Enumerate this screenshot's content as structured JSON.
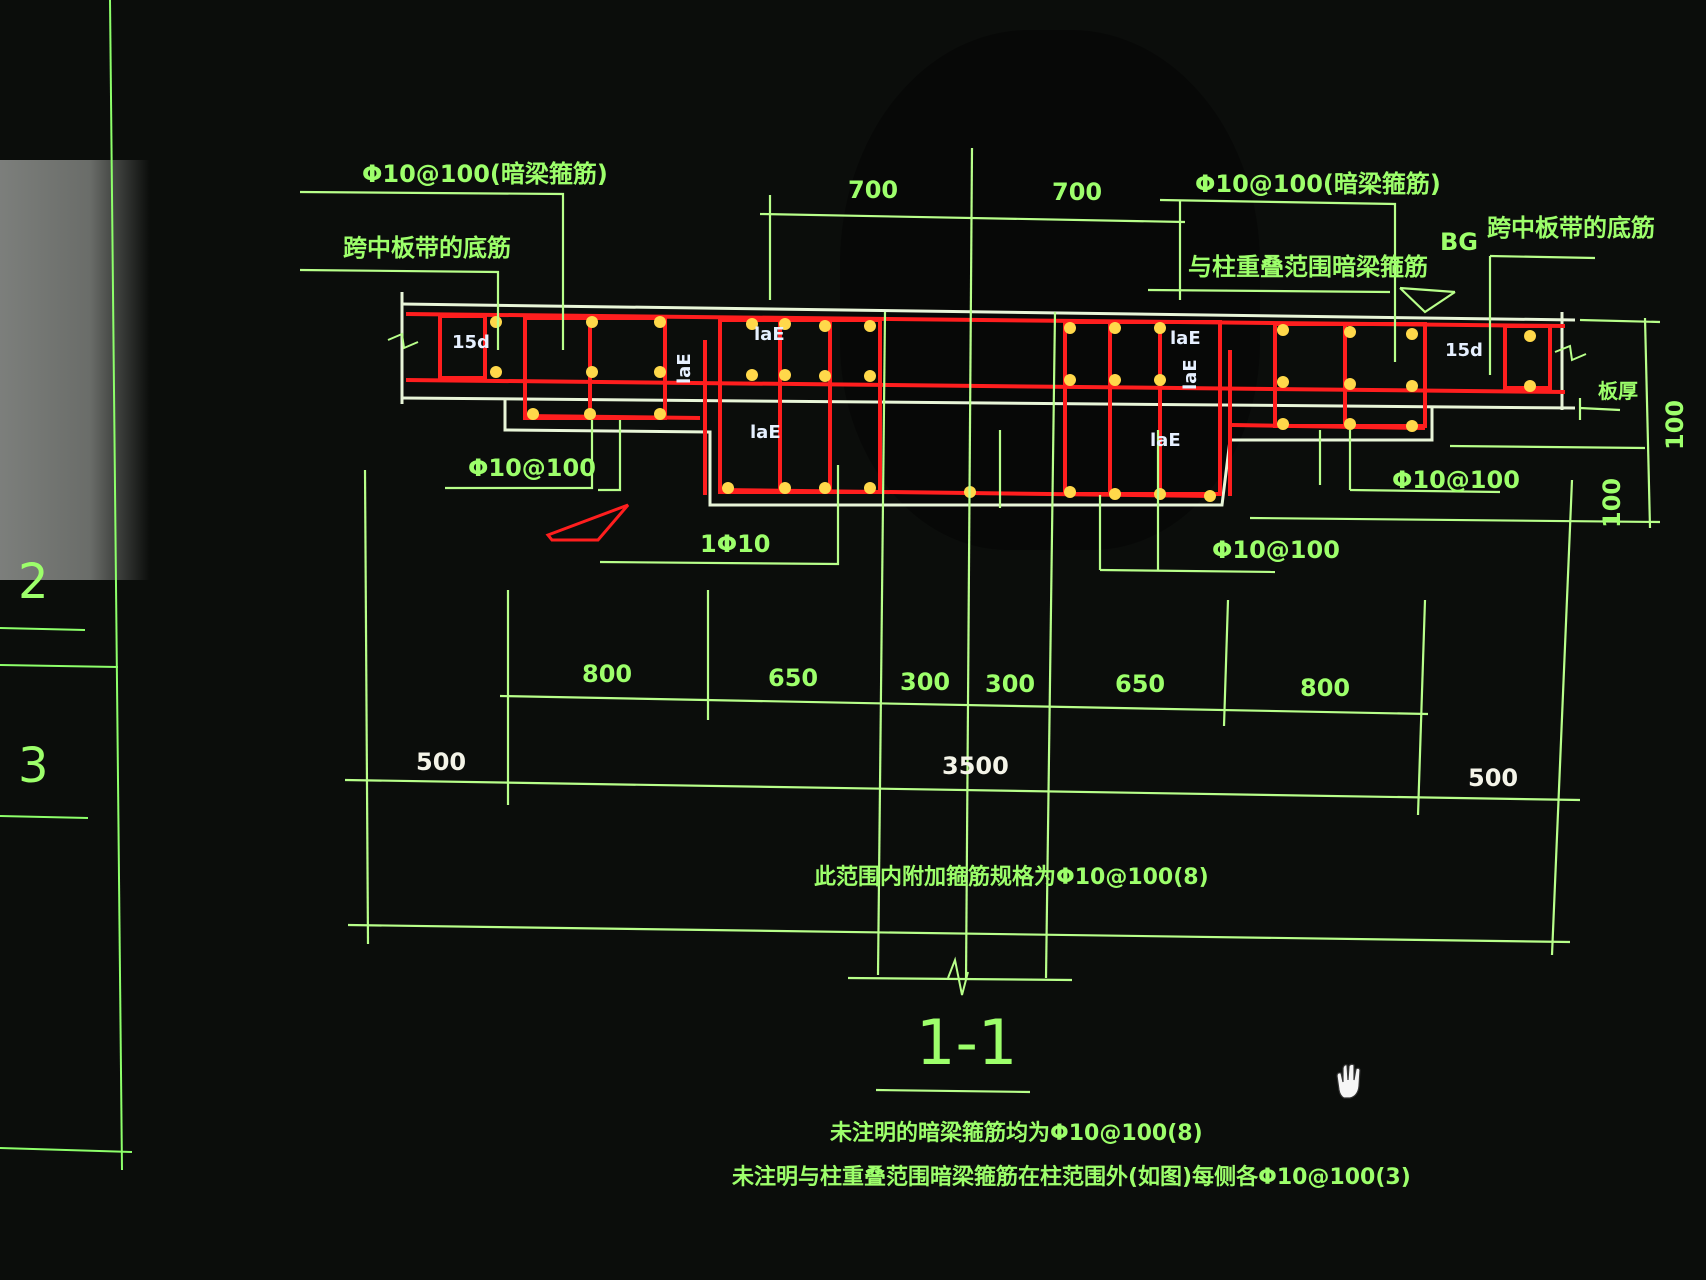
{
  "drawing": {
    "top_labels": {
      "left_stirrup": "Φ10@100(暗梁箍筋)",
      "right_stirrup": "Φ10@100(暗梁箍筋)",
      "left_span": "跨中板带的底筋",
      "right_span": "跨中板带的底筋",
      "overlap": "与柱重叠范围暗梁箍筋",
      "bg": "BG"
    },
    "top_dims": [
      "700",
      "700"
    ],
    "rebar_tags": {
      "anchor_15d_left": "15d",
      "anchor_15d_right": "15d",
      "lae_1": "laE",
      "lae_2": "laE",
      "lae_3": "laE",
      "lae_4": "laE",
      "lae_5": "laE",
      "lae_6": "laE"
    },
    "side_dims": [
      "100",
      "100"
    ],
    "side_small": "板厚",
    "callouts": {
      "left_bottom": "Φ10@100",
      "right_bottom": "Φ10@100",
      "middle": "1Φ10",
      "right_mid": "Φ10@100"
    },
    "dims_row1": [
      "800",
      "650",
      "300",
      "300",
      "650",
      "800"
    ],
    "dims_row2": [
      "500",
      "3500",
      "500"
    ],
    "range_note": "此范围内附加箍筋规格为Φ10@100(8)",
    "section_title": "1-1",
    "notes": [
      "未注明的暗梁箍筋均为Φ10@100(8)",
      "未注明与柱重叠范围暗梁箍筋在柱范围外(如图)每侧各Φ10@100(3)"
    ],
    "side_numbers": [
      "2",
      "3"
    ]
  },
  "colors": {
    "line": "#b8ff8a",
    "rebar": "#ff1e1e",
    "bar_dot": "#ffd84a",
    "text": "#9dff6b"
  },
  "icons": [
    "hand-cursor-icon",
    "break-line-icon"
  ]
}
